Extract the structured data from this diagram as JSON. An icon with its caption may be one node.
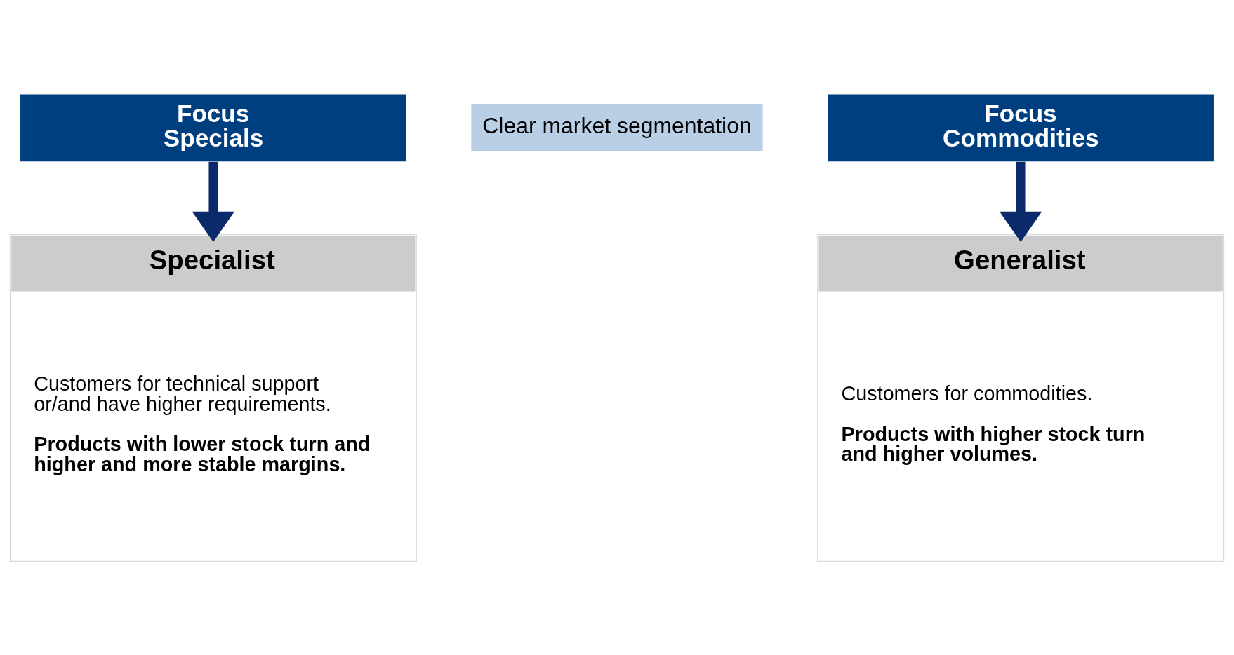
{
  "diagram": {
    "nodes": [
      {
        "text": [
          "Focus Specials"
        ]
      },
      {
        "text": [
          "Focus Commodities"
        ]
      },
      {
        "text": [
          "Clear market segmentation"
        ]
      },
      {
        "text": [
          "Specialist",
          "Customers for technical support or/and have higher requirements.",
          "Products with lower stock turn and higher and more stable margins."
        ]
      },
      {
        "text": [
          "Generalist",
          "Customers for commodities.",
          "Products with higher stock turn and higher volumes."
        ]
      }
    ],
    "edges": [
      {
        "from": 0,
        "to": 3,
        "arrow": "to"
      },
      {
        "from": 1,
        "to": 4,
        "arrow": "to"
      }
    ]
  }
}
